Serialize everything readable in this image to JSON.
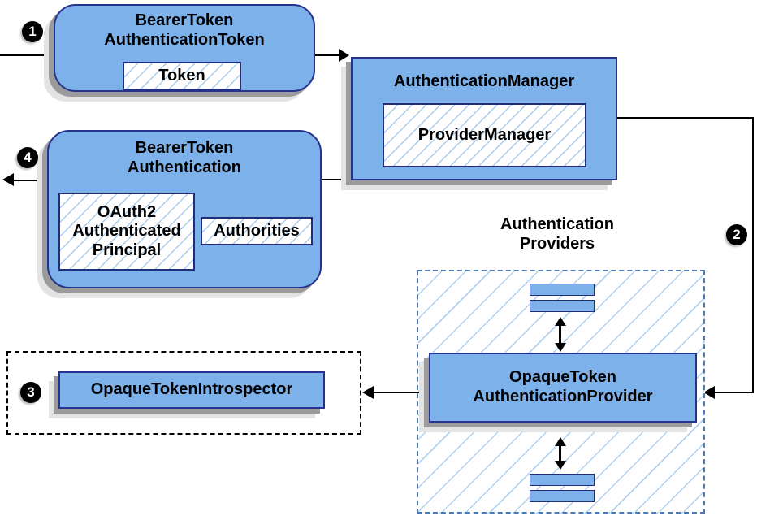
{
  "colors": {
    "node_fill": "#7db1ea",
    "node_border": "#26338c",
    "inner_border": "#1f2d7b",
    "hatch_line": "#a8cbee",
    "container_hatch_line": "#b3d1f0",
    "providers_border": "#4a7ab5",
    "introspector_border": "#000000",
    "arrow_color": "#000000",
    "badge_bg": "#000000",
    "badge_text": "#ffffff",
    "shadow_dark": "#9b9b9b",
    "shadow_light": "#e3e3e3",
    "canvas_bg": "#ffffff",
    "text_color": "#000000"
  },
  "steps": {
    "one": "1",
    "two": "2",
    "three": "3",
    "four": "4"
  },
  "nodes": {
    "bearer_token_authentication_token": {
      "title": "BearerToken\nAuthenticationToken",
      "child": "Token"
    },
    "authentication_manager": {
      "title": "AuthenticationManager",
      "child": "ProviderManager"
    },
    "bearer_token_authentication": {
      "title": "BearerToken\nAuthentication",
      "principal": "OAuth2\nAuthenticated\nPrincipal",
      "authorities": "Authorities"
    },
    "authentication_providers": {
      "label": "Authentication\nProviders"
    },
    "opaque_token_authentication_provider": {
      "title": "OpaqueToken\nAuthenticationProvider"
    },
    "opaque_token_introspector": {
      "title": "OpaqueTokenIntrospector"
    }
  }
}
